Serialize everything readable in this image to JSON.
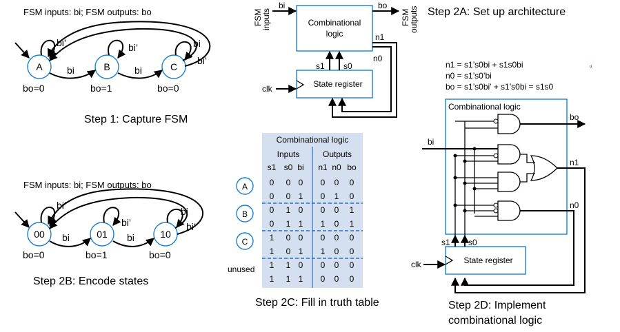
{
  "colors": {
    "accent": "#1a7fd1",
    "table_bg": "#d4dff0",
    "table_divider": "#2b6cc4"
  },
  "step1": {
    "header": "FSM inputs: bi; FSM outputs: bo",
    "states": [
      "A",
      "B",
      "C"
    ],
    "outputs": [
      "bo=0",
      "bo=1",
      "bo=0"
    ],
    "edge_bi": "bi",
    "edge_bi_not": "bi’",
    "caption": "Step 1: Capture FSM"
  },
  "step2a": {
    "inputs_label": [
      "FSM",
      "inputs"
    ],
    "outputs_label": [
      "FSM",
      "outputs"
    ],
    "bi": "bi",
    "bo": "bo",
    "comb_logic": [
      "Combinational",
      "logic"
    ],
    "n1": "n1",
    "n0": "n0",
    "s1": "s1",
    "s0": "s0",
    "clk": "clk",
    "state_register": "State register",
    "caption": "Step 2A: Set up architecture"
  },
  "step2b": {
    "header": "FSM inputs: bi; FSM outputs: bo",
    "states": [
      "00",
      "01",
      "10"
    ],
    "outputs": [
      "bo=0",
      "bo=1",
      "bo=0"
    ],
    "edge_bi": "bi",
    "edge_bi_not": "bi’",
    "caption": "Step 2B: Encode states"
  },
  "step2c": {
    "title": "Combinational logic",
    "inputs": "Inputs",
    "outputs": "Outputs",
    "columns": [
      "s1",
      "s0",
      "bi",
      "n1",
      "n0",
      "bo"
    ],
    "rows": [
      {
        "state": "A",
        "in": [
          "0",
          "0",
          "0"
        ],
        "out": [
          "0",
          "0",
          "0"
        ]
      },
      {
        "state": "",
        "in": [
          "0",
          "0",
          "1"
        ],
        "out": [
          "0",
          "1",
          "0"
        ]
      },
      {
        "state": "B",
        "in": [
          "0",
          "1",
          "0"
        ],
        "out": [
          "0",
          "0",
          "1"
        ]
      },
      {
        "state": "",
        "in": [
          "0",
          "1",
          "1"
        ],
        "out": [
          "1",
          "0",
          "1"
        ]
      },
      {
        "state": "C",
        "in": [
          "1",
          "0",
          "0"
        ],
        "out": [
          "0",
          "0",
          "0"
        ]
      },
      {
        "state": "",
        "in": [
          "1",
          "0",
          "1"
        ],
        "out": [
          "1",
          "0",
          "0"
        ]
      },
      {
        "state": "unused",
        "in": [
          "1",
          "1",
          "0"
        ],
        "out": [
          "0",
          "0",
          "0"
        ]
      },
      {
        "state": "",
        "in": [
          "1",
          "1",
          "1"
        ],
        "out": [
          "0",
          "0",
          "0"
        ]
      }
    ],
    "caption": "Step 2C: Fill in truth table"
  },
  "step2d": {
    "equations": [
      "n1 = s1’s0bi + s1s0bi",
      "n0 = s1’s0’bi",
      "bo = s1’s0bi’ + s1’s0bi = s1s0"
    ],
    "mark": "a",
    "comb_logic": "Combinational logic",
    "bi": "bi",
    "bo": "bo",
    "n1": "n1",
    "n0": "n0",
    "s1": "s1",
    "s0": "s0",
    "clk": "clk",
    "state_register": "State register",
    "caption": [
      "Step 2D: Implement",
      "combinational logic"
    ]
  }
}
